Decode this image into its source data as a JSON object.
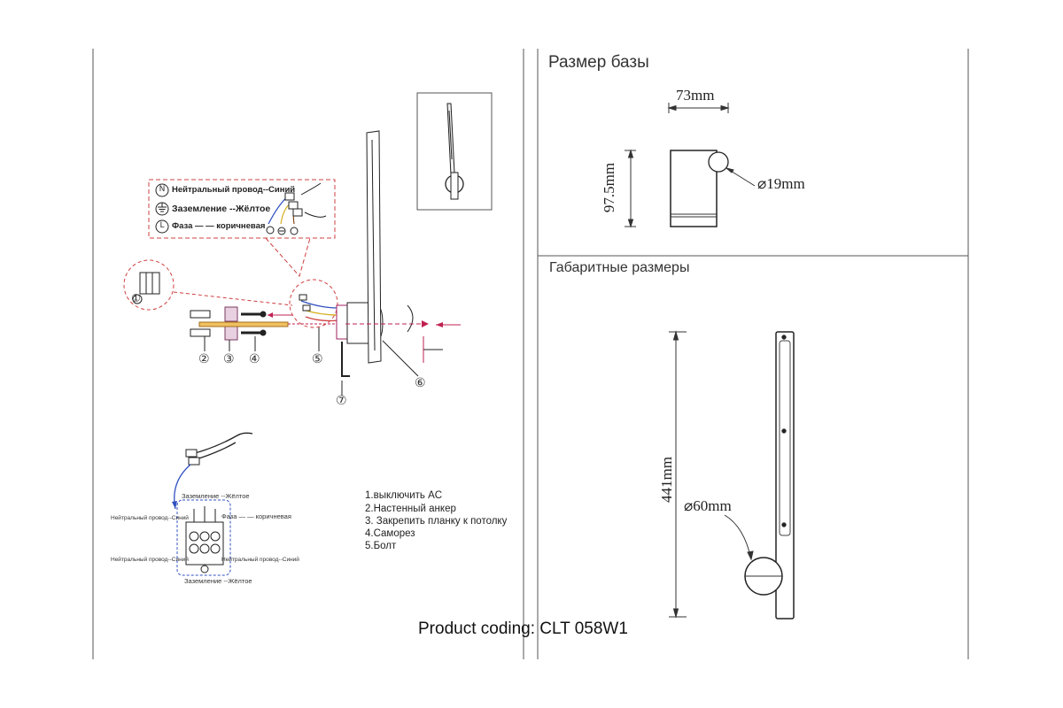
{
  "sections": {
    "base_size_title": "Размер базы",
    "overall_size_title": "Габаритные размеры"
  },
  "dimensions": {
    "base_width": "73mm",
    "base_height": "97.5mm",
    "base_diameter": "⌀19mm",
    "total_height": "441mm",
    "head_diameter": "⌀60mm"
  },
  "wiring_legend": {
    "neutral": "Нейтральный провод--Синий",
    "ground": "Заземление --Жёлтое",
    "phase": "Фаза — — коричневая",
    "neutral_symbol": "N",
    "phase_symbol": "L"
  },
  "terminal_labels": {
    "ground_top": "Заземление --Жёлтое",
    "neutral_left": "Нейтральный провод--Синий",
    "phase_right": "Фаза — — коричневая",
    "neutral_left2": "Нейтральный провод--Синий",
    "neutral_right2": "Нейтральный провод--Синий",
    "ground_bottom": "Заземление --Жёлтое"
  },
  "part_numbers": [
    "②",
    "③",
    "④",
    "⑤",
    "⑥",
    "⑦",
    "①"
  ],
  "steps": [
    "1.выключить AC",
    "2.Настенный    анкер",
    "3. Закрепить планку к потолку",
    "4.Саморез",
    "5.Болт"
  ],
  "footer": "Product coding: CLT 058W1"
}
